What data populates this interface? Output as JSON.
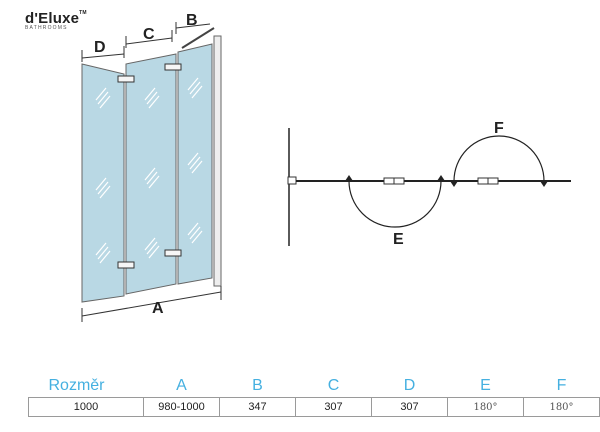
{
  "brand": {
    "name": "d'Eluxe",
    "tm": "TM",
    "subtitle": "BATHROOMS"
  },
  "front_view": {
    "labels": {
      "a": "A",
      "b": "B",
      "c": "C",
      "d": "D"
    }
  },
  "top_view": {
    "labels": {
      "e": "E",
      "f": "F"
    }
  },
  "spec_table": {
    "headers": [
      "Rozměr",
      "A",
      "B",
      "C",
      "D",
      "E",
      "F"
    ],
    "values": [
      "1000",
      "980-1000",
      "347",
      "307",
      "307",
      "180°",
      "180°"
    ]
  }
}
